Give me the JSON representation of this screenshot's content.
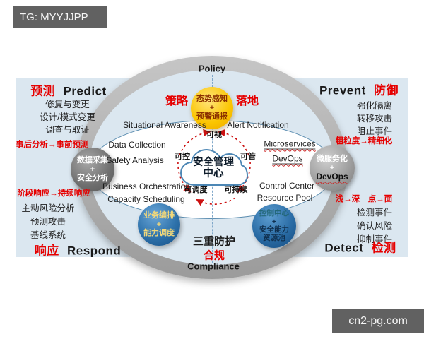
{
  "watermarks": {
    "tg": "TG: MYYJJPP",
    "site": "cn2-pg.com"
  },
  "outer": {
    "top": "Policy",
    "bottom_en": "Compliance"
  },
  "band": {
    "strategy": "策略",
    "landing": "落地",
    "triple_protection": "三重防护",
    "compliance_cn": "合规"
  },
  "top_circle": {
    "line1": "态势感知",
    "plus": "+",
    "line2": "预警通报"
  },
  "cloud": {
    "line1": "安全管理",
    "line2": "中心"
  },
  "capabilities": {
    "top": "可视",
    "left": "可控",
    "right": "可管",
    "bottom_left": "可调度",
    "bottom_right": "可持续"
  },
  "quadrants": {
    "predict": {
      "cn": "预测",
      "en": "Predict",
      "items": [
        "修复与变更",
        "设计/模式变更",
        "调查与取证"
      ],
      "slogan": "事后分析→事前预测"
    },
    "prevent": {
      "en": "Prevent",
      "cn": "防御",
      "items": [
        "强化隔离",
        "转移攻击",
        "阻止事件"
      ],
      "slogan": "粗粒度→精细化"
    },
    "respond": {
      "cn": "响应",
      "en": "Respond",
      "items": [
        "主动风险分析",
        "预测攻击",
        "基线系统"
      ],
      "slogan": "阶段响应→持续响应"
    },
    "detect": {
      "en": "Detect",
      "cn": "检测",
      "items": [
        "检测事件",
        "确认风险",
        "抑制事件"
      ],
      "slogan": "浅→深　点→面"
    }
  },
  "inner_labels": {
    "situational": "Situational Awareness",
    "alert": "Alert Notification",
    "data_collection": "Data Collection",
    "safety_analysis": "Safety Analysis",
    "microservices": "Microservices",
    "devops": "DevOps",
    "business_orchestration": "Business Orchestration",
    "capacity_scheduling": "Capacity Scheduling",
    "control_center": "Control Center",
    "resource_pool": "Resource Pool"
  },
  "side_circles": {
    "left_gray": {
      "line1": "数据采集",
      "plus": "+",
      "line2": "安全分析"
    },
    "right_gray": {
      "line1": "微服务化",
      "plus": "+",
      "line2": "DevOps"
    },
    "left_blue": {
      "line1": "业务编排",
      "plus": "+",
      "line2": "能力调度"
    },
    "right_blue": {
      "line1": "控制中心",
      "plus": "+",
      "line2": "安全能力",
      "line3": "资源池"
    }
  },
  "colors": {
    "accent_red": "#e60000",
    "bg_blue": "#dbe7f0",
    "ring_gray": "#aeaeae",
    "yellow_circle": "#fbc500",
    "dark_circle": "#6e6e6e",
    "gray_circle": "#949494",
    "blue_circle": "#2a6ca5",
    "gold_text": "#f3d879",
    "lens_border": "#5b8db0"
  }
}
